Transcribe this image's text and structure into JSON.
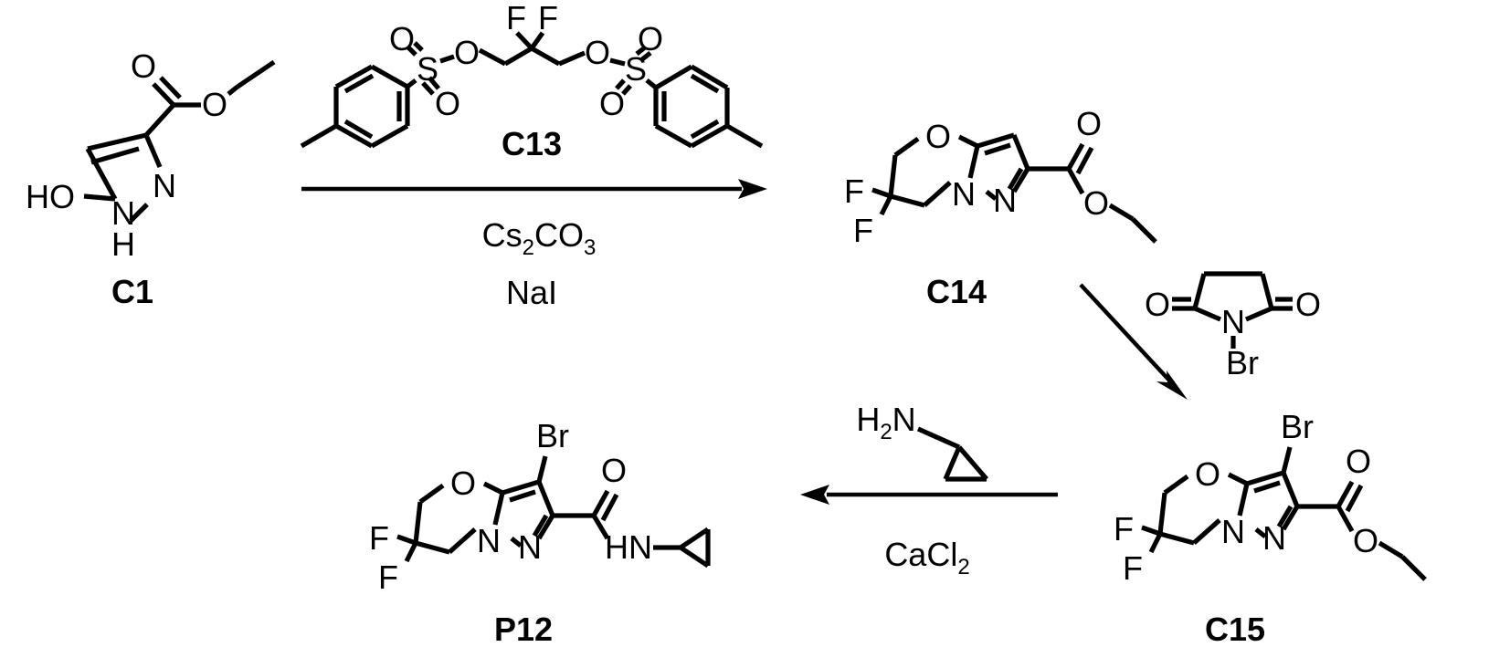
{
  "compounds": {
    "c1": {
      "label": "C1",
      "atoms": {
        "o1": "O",
        "o2": "O",
        "n1": "N",
        "n2": "N",
        "h": "H",
        "ho": "HO"
      }
    },
    "c13": {
      "label": "C13",
      "atoms": {
        "f1": "F",
        "f2": "F",
        "o_ester_l": "O",
        "o_ester_r": "O",
        "s_l": "S",
        "s_r": "S",
        "o_sl1": "O",
        "o_sl2": "O",
        "o_sr1": "O",
        "o_sr2": "O"
      }
    },
    "c14": {
      "label": "C14",
      "atoms": {
        "o_ring": "O",
        "f1": "F",
        "f2": "F",
        "n1": "N",
        "n2": "N",
        "o_co": "O",
        "o_ester": "O"
      }
    },
    "nbs": {
      "atoms": {
        "o1": "O",
        "o2": "O",
        "n": "N",
        "br": "Br"
      }
    },
    "c15": {
      "label": "C15",
      "atoms": {
        "o_ring": "O",
        "f1": "F",
        "f2": "F",
        "n1": "N",
        "n2": "N",
        "br": "Br",
        "o_co": "O",
        "o_ester": "O"
      }
    },
    "p12": {
      "label": "P12",
      "atoms": {
        "o_ring": "O",
        "f1": "F",
        "f2": "F",
        "n1": "N",
        "n2": "N",
        "br": "Br",
        "o_co": "O",
        "hn": "HN"
      }
    }
  },
  "reagents": {
    "cs2co3": {
      "p1": "Cs",
      "p2": "2",
      "p3": "CO",
      "p4": "3"
    },
    "nai": "NaI",
    "amine": {
      "p1": "H",
      "p2": "2",
      "p3": "N"
    },
    "cacl2": {
      "p1": "CaCl",
      "p2": "2"
    }
  }
}
